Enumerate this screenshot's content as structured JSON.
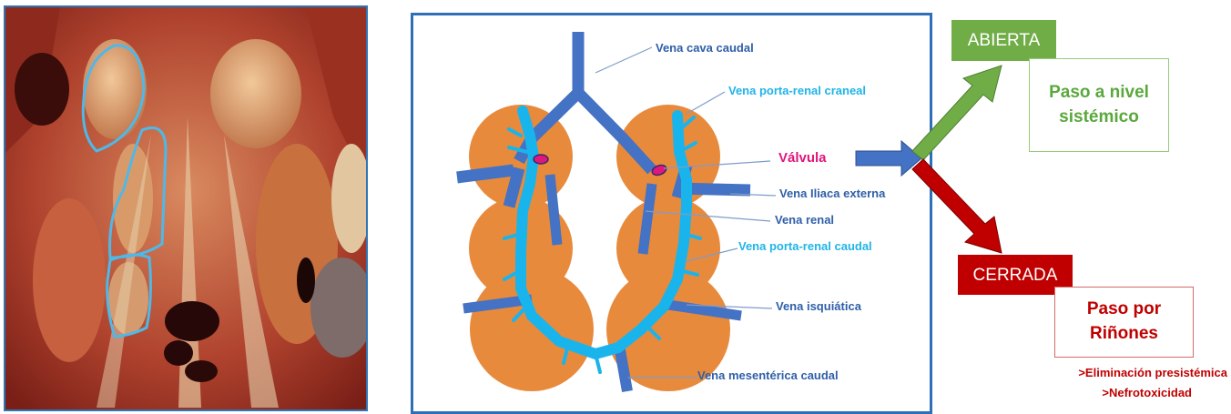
{
  "labels": {
    "cava": "Vena cava caudal",
    "porta_craneal": "Vena porta-renal craneal",
    "valvula": "Válvula",
    "iliaca": "Vena Iliaca externa",
    "renal": "Vena renal",
    "porta_caudal": "Vena porta-renal caudal",
    "isquiatica": "Vena isquiática",
    "mesenterica": "Vena mesentérica caudal"
  },
  "outcomes": {
    "open": {
      "title": "ABIERTA",
      "text_line1": "Paso a nivel",
      "text_line2": "sistémico"
    },
    "closed": {
      "title": "CERRADA",
      "text_line1": "Paso  por",
      "text_line2": "Riñones",
      "note1": ">Eliminación presistémica",
      "note2": ">Nefrotoxicidad"
    }
  },
  "colors": {
    "vein_dark": "#4472c4",
    "vein_cyan": "#1ab4ec",
    "kidney": "#e88a3c",
    "valve": "#e0167d",
    "open_green": "#70ad47",
    "open_text": "#5aa83c",
    "closed_red": "#c00000"
  }
}
